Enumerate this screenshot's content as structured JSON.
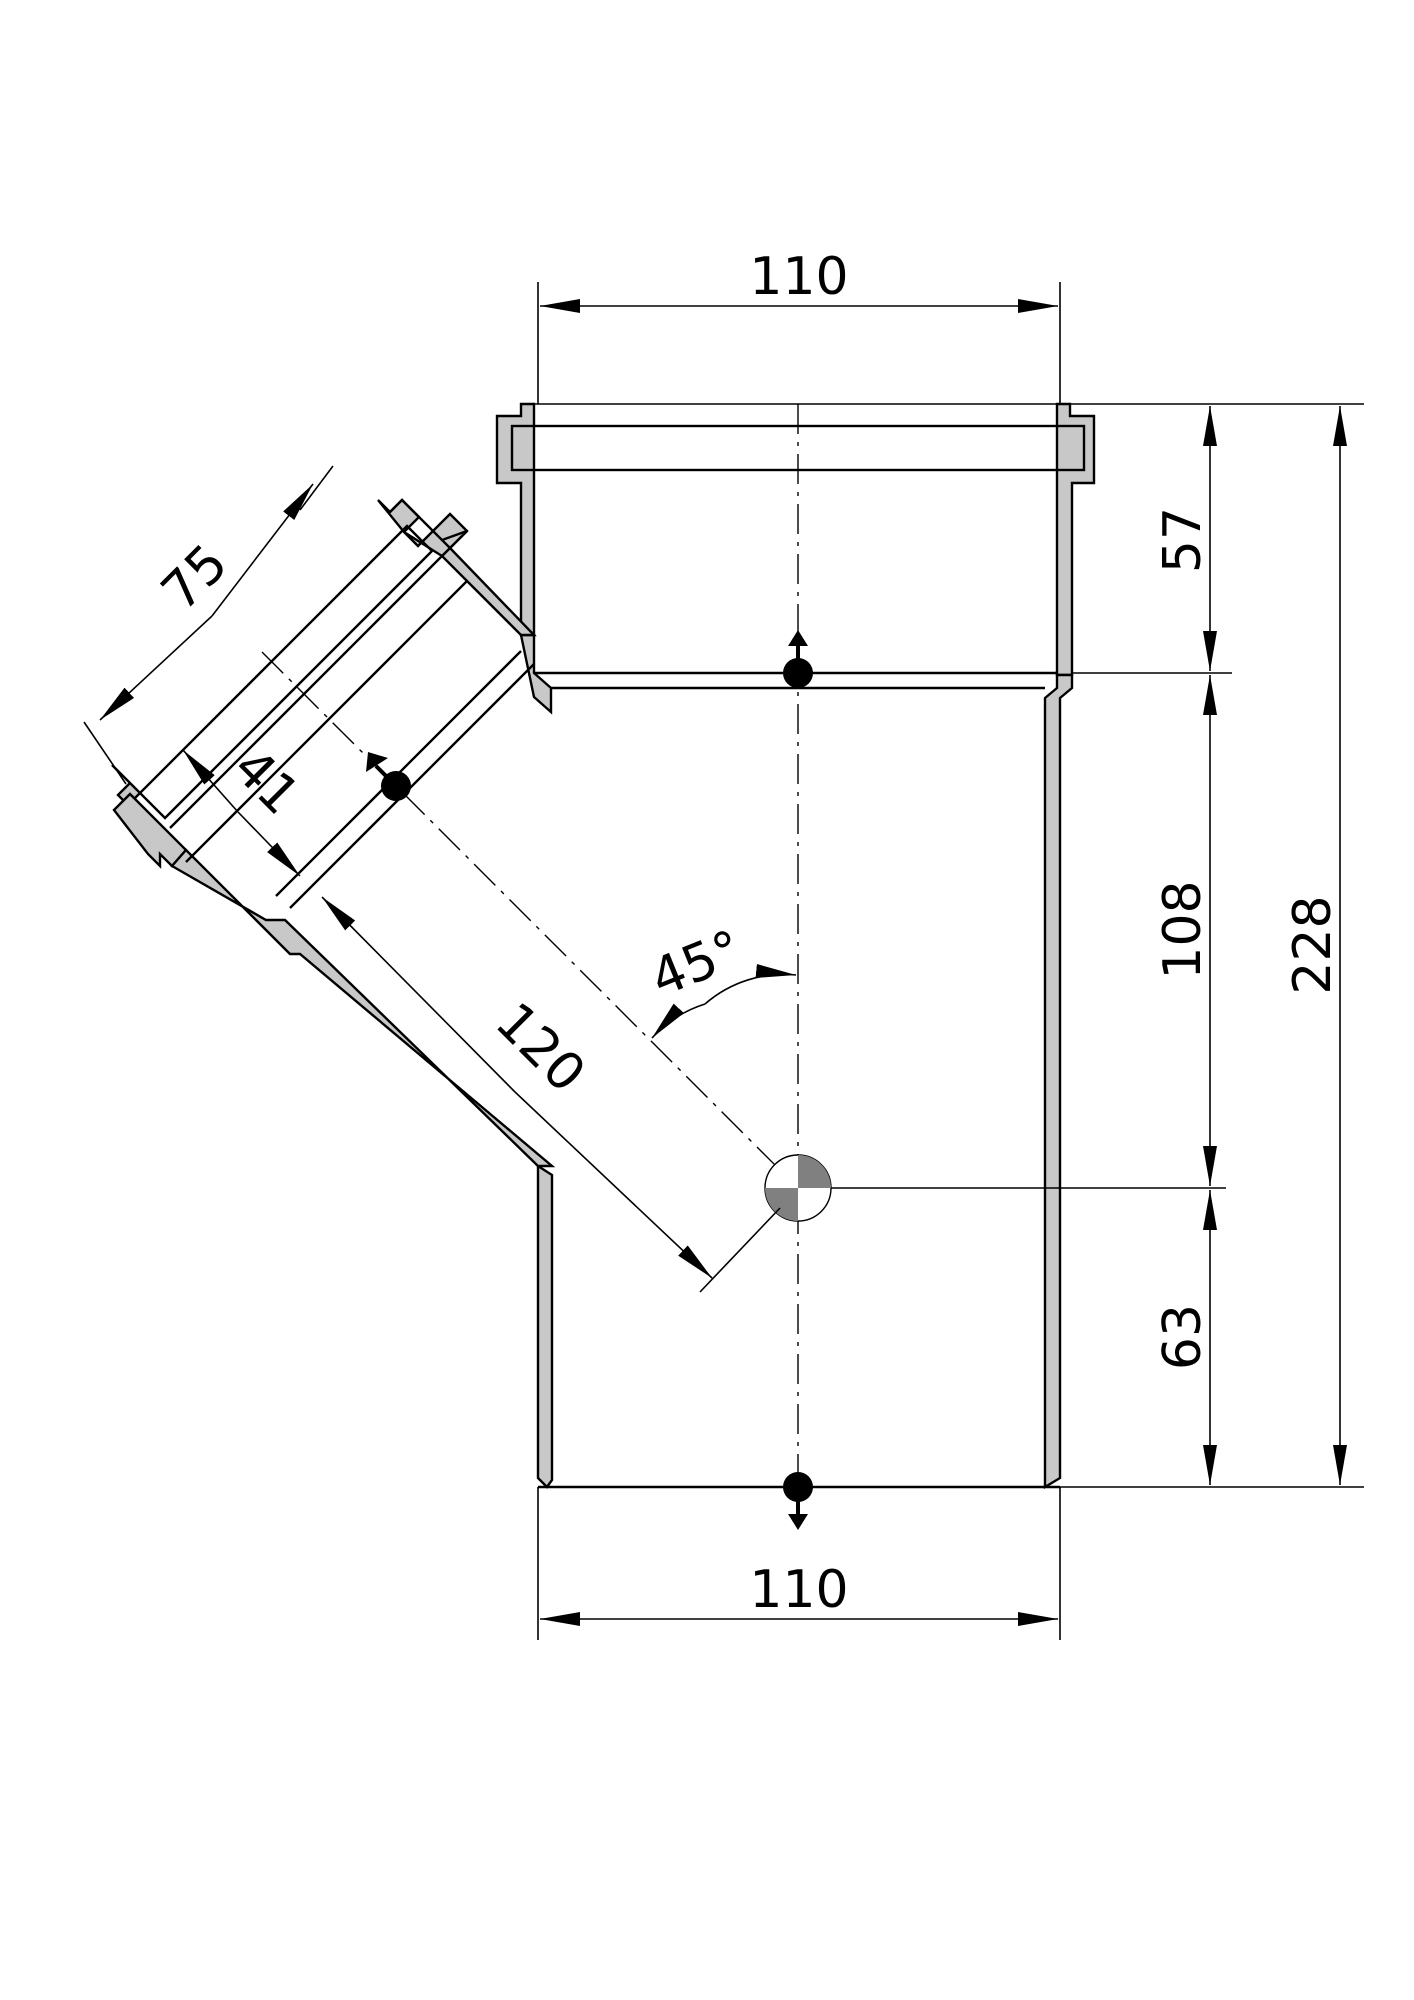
{
  "dimensions": {
    "top_width": "110",
    "bottom_width": "110",
    "socket_depth": "57",
    "middle_height": "108",
    "lower_height": "63",
    "total_height": "228",
    "branch_diameter": "75",
    "branch_socket_depth": "41",
    "branch_length": "120",
    "branch_angle": "45°"
  },
  "colors": {
    "line": "#000000",
    "wall_fill": "#c8c8c8",
    "background": "#ffffff"
  },
  "icons": {
    "flow_markers": [
      "flow-arrow-up-icon",
      "flow-arrow-down-icon",
      "flow-arrow-branch-icon"
    ],
    "center_mark": "center-mark-icon"
  }
}
